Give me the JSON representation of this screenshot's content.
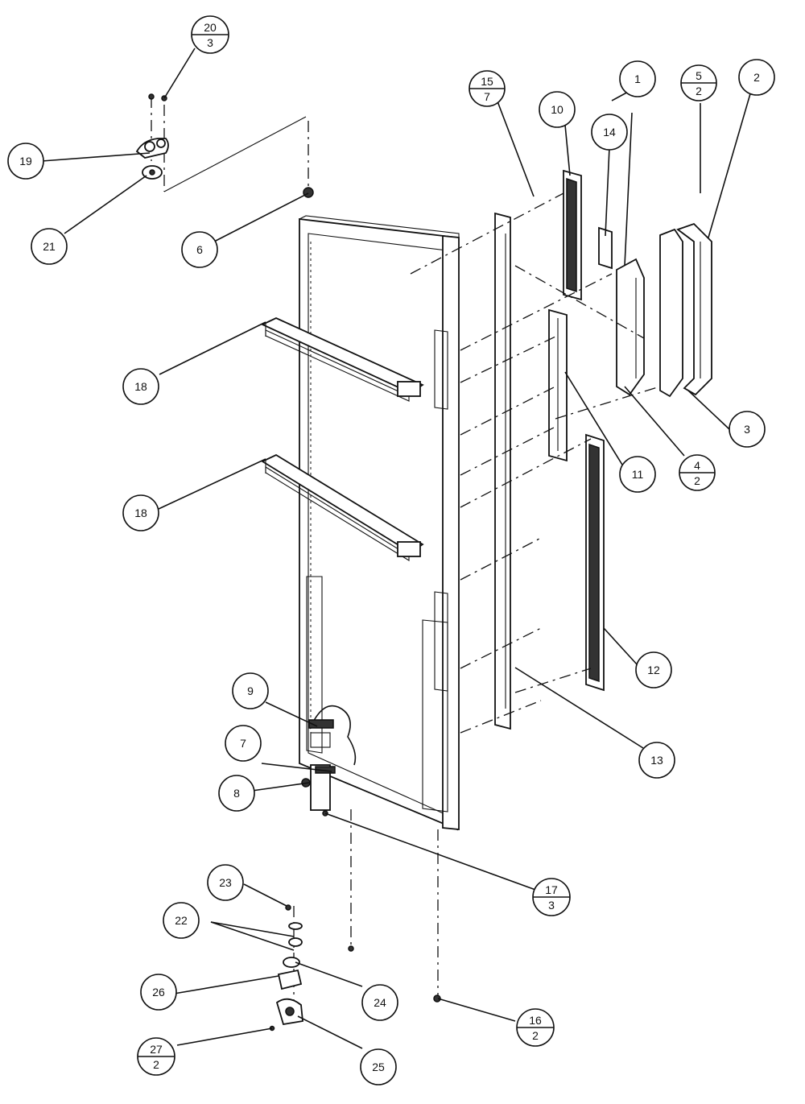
{
  "diagram": {
    "callouts": [
      {
        "id": "c1",
        "num": "1"
      },
      {
        "id": "c2",
        "num": "2"
      },
      {
        "id": "c3",
        "num": "3"
      },
      {
        "id": "c4",
        "num": "4",
        "den": "2"
      },
      {
        "id": "c5",
        "num": "5",
        "den": "2"
      },
      {
        "id": "c6",
        "num": "6"
      },
      {
        "id": "c7",
        "num": "7"
      },
      {
        "id": "c8",
        "num": "8"
      },
      {
        "id": "c9",
        "num": "9"
      },
      {
        "id": "c10",
        "num": "10"
      },
      {
        "id": "c11",
        "num": "11"
      },
      {
        "id": "c12",
        "num": "12"
      },
      {
        "id": "c13",
        "num": "13"
      },
      {
        "id": "c14",
        "num": "14"
      },
      {
        "id": "c15",
        "num": "15",
        "den": "7"
      },
      {
        "id": "c16",
        "num": "16",
        "den": "2"
      },
      {
        "id": "c17",
        "num": "17",
        "den": "3"
      },
      {
        "id": "c18a",
        "num": "18"
      },
      {
        "id": "c18b",
        "num": "18"
      },
      {
        "id": "c19",
        "num": "19"
      },
      {
        "id": "c20",
        "num": "20",
        "den": "3"
      },
      {
        "id": "c21",
        "num": "21"
      },
      {
        "id": "c22",
        "num": "22"
      },
      {
        "id": "c23",
        "num": "23"
      },
      {
        "id": "c24",
        "num": "24"
      },
      {
        "id": "c25",
        "num": "25"
      },
      {
        "id": "c26",
        "num": "26"
      },
      {
        "id": "c27",
        "num": "27",
        "den": "2"
      }
    ]
  }
}
